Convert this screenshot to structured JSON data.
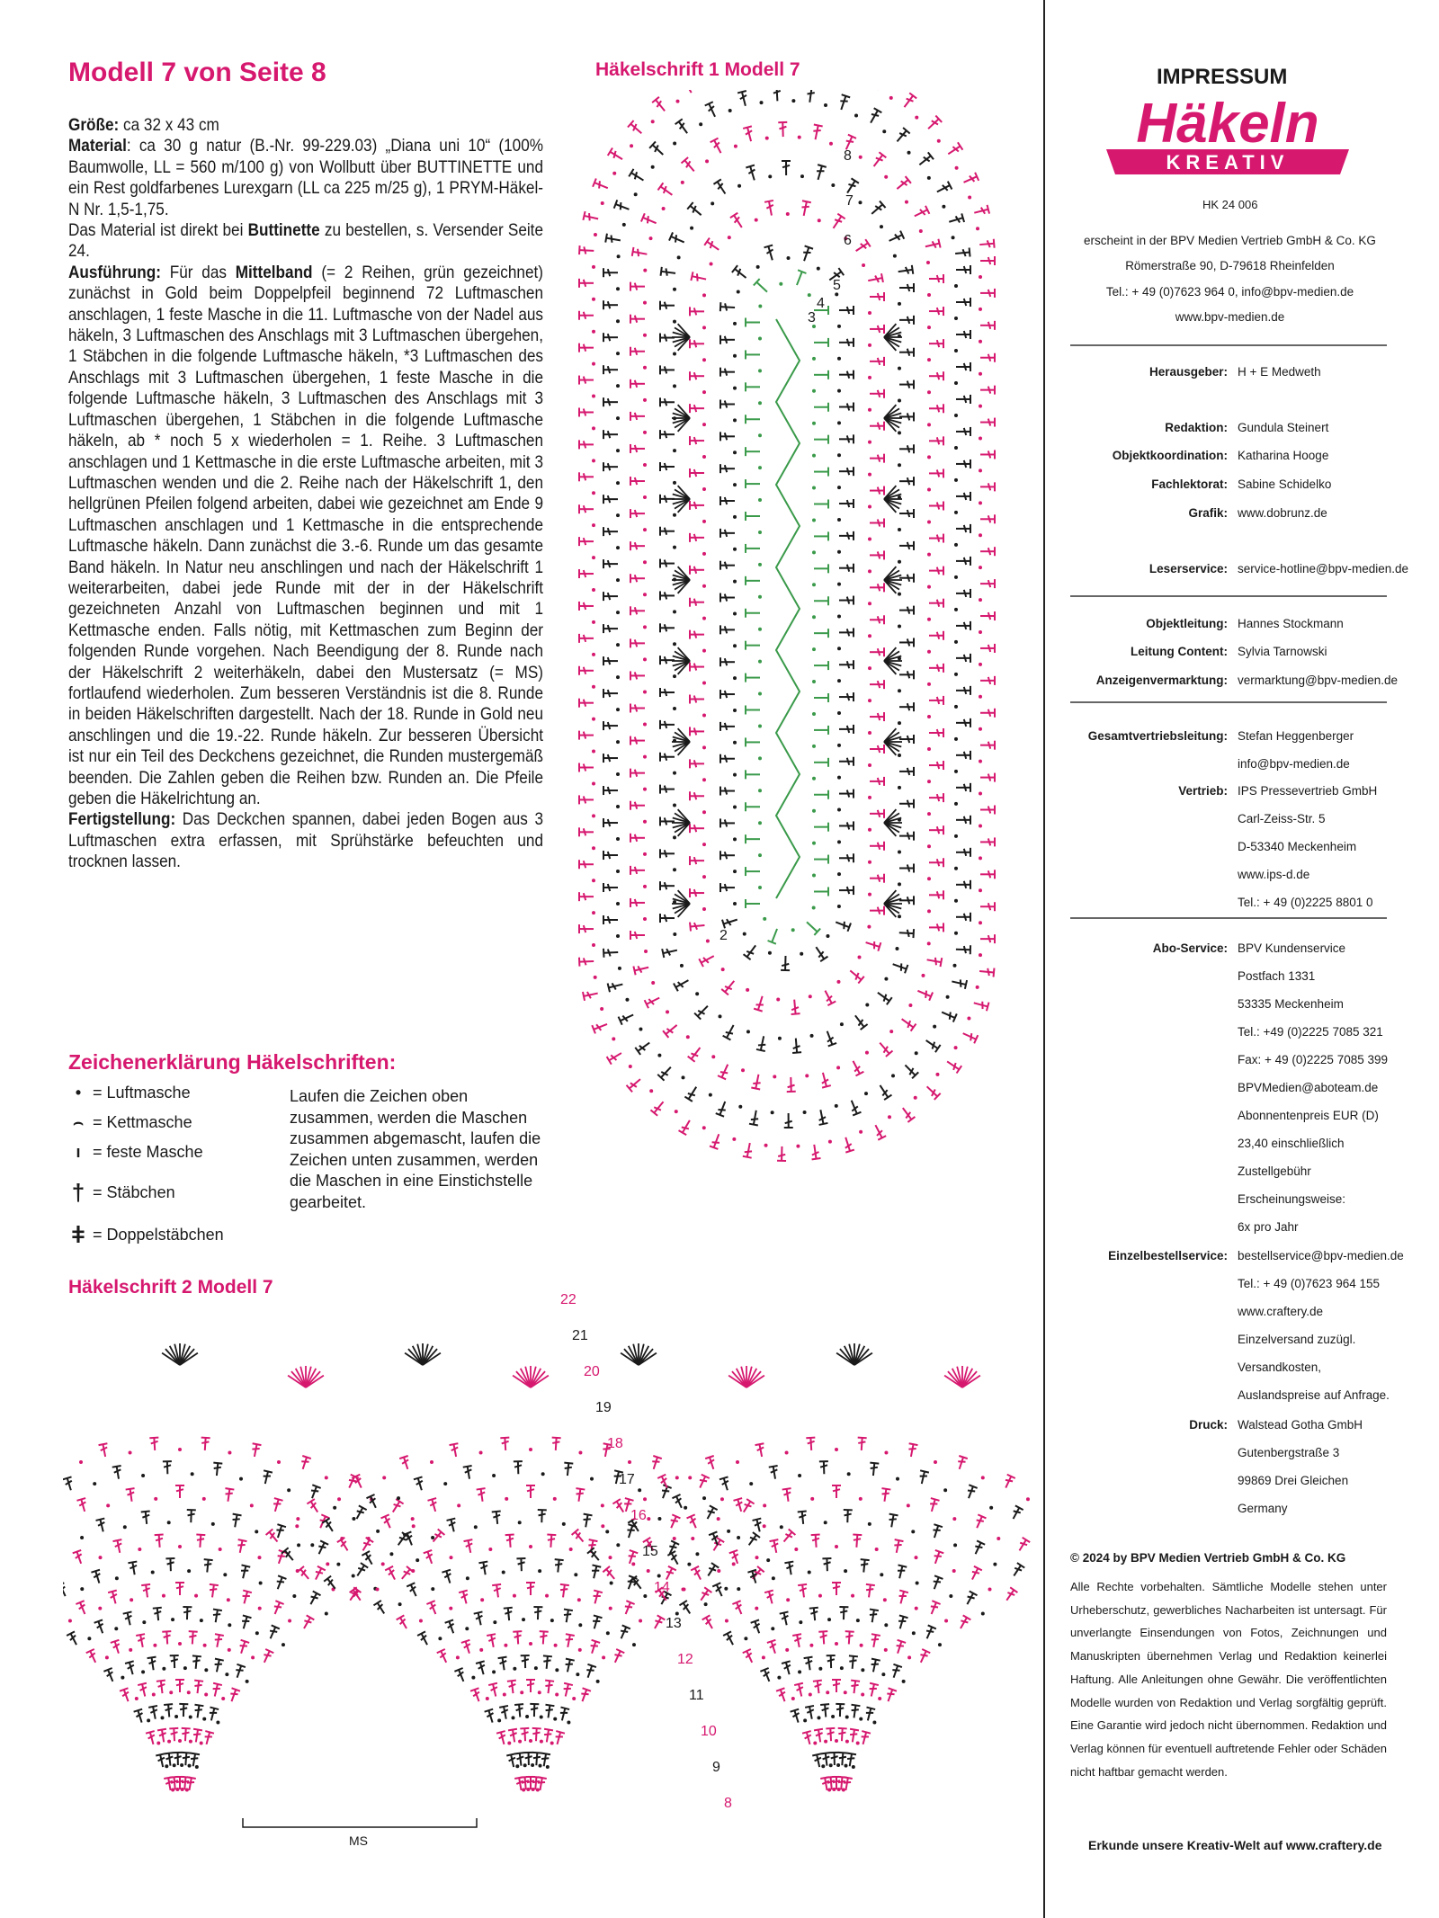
{
  "title": "Modell 7 von Seite 8",
  "instructions": {
    "groesse_label": "Größe:",
    "groesse_text": " ca 32 x 43 cm",
    "material_label": "Material",
    "material_text": ": ca 30 g natur (B.-Nr. 99-229.03) „Diana uni 10“ (100% Baumwolle, LL = 560 m/100 g) von Wollbutt über BUTTINETTE und ein Rest goldfarbenes Lurexgarn (LL ca 225 m/25 g), 1 PRYM-Häkel-N Nr. 1,5-1,75.",
    "bestellen_pre": "Das Material ist direkt bei ",
    "bestellen_bold": "Buttinette",
    "bestellen_post": " zu bestellen, s. Versender Seite 24.",
    "ausfuehrung_label": "Ausführung:",
    "ausfuehrung_pre": " Für das ",
    "mittelband": "Mittelband",
    "ausfuehrung_text": " (= 2 Reihen, grün gezeichnet) zunächst in Gold beim Doppelpfeil beginnend 72 Luftmaschen anschlagen, 1 feste Masche in die 11. Luftmasche von der Nadel aus häkeln, 3 Luftmaschen des Anschlags mit 3 Luftmaschen übergehen, 1 Stäbchen in die folgende Luftmasche häkeln, *3 Luftmaschen des Anschlags mit 3 Luftmaschen übergehen, 1 feste Masche in die folgende Luftmasche häkeln, 3 Luftmaschen des Anschlags mit 3 Luftmaschen übergehen, 1 Stäbchen in die folgende Luftmasche häkeln, ab * noch 5 x wiederholen = 1. Reihe. 3 Luftmaschen anschlagen und 1 Kettmasche in die erste Luftmasche arbeiten, mit 3 Luftmaschen wenden und die 2. Reihe nach der Häkelschrift 1, den hellgrünen Pfeilen folgend arbeiten, dabei wie gezeichnet am Ende 9 Luftmaschen anschlagen und 1 Kettmasche in die entsprechende Luftmasche häkeln. Dann zunächst die 3.-6. Runde um das gesamte Band häkeln. In Natur neu anschlingen und nach der Häkelschrift 1 weiterarbeiten, dabei jede Runde mit der in der Häkelschrift gezeichneten Anzahl von Luftmaschen beginnen und mit 1 Kettmasche enden. Falls nötig, mit Kettmaschen zum Beginn der folgenden Runde vorgehen. Nach Beendigung der 8. Runde nach der Häkelschrift 2 weiterhäkeln, dabei den Mustersatz (= MS) fortlaufend wiederholen. Zum besseren Verständnis ist die 8. Runde in beiden Häkelschriften dargestellt. Nach der 18. Runde in Gold neu anschlingen und die 19.-22. Runde häkeln. Zur besseren Übersicht ist nur ein Teil des Deckchens gezeichnet, die Runden mustergemäß beenden. Die Zahlen geben die Reihen bzw. Runden an. Die Pfeile geben die Häkelrichtung an.",
    "fertig_label": "Fertigstellung:",
    "fertig_text": " Das Deckchen spannen, dabei jeden Bogen aus 3 Luftmaschen extra erfassen, mit Sprühstärke befeuchten und trocknen lassen."
  },
  "legend": {
    "title": "Zeichenerklärung Häkelschriften:",
    "items": [
      {
        "symbol": "•",
        "label": "= Luftmasche"
      },
      {
        "symbol": "⌢",
        "label": "= Kettmasche"
      },
      {
        "symbol": "ı",
        "label": "= feste Masche"
      },
      {
        "symbol": "†",
        "label": "= Stäbchen"
      },
      {
        "symbol": "ǂ",
        "label": "= Doppelstäbchen"
      }
    ],
    "note": "Laufen die Zeichen oben zusammen, werden die Maschen zusammen abgemascht, laufen die Zeichen unten zusammen, werden die Maschen in eine Einstichstelle gearbeitet."
  },
  "chart1": {
    "title": "Häkelschrift 1 Modell 7",
    "row_numbers": [
      "2",
      "3",
      "4",
      "5",
      "6",
      "7",
      "8"
    ]
  },
  "chart2": {
    "title": "Häkelschrift 2 Modell 7",
    "row_numbers": [
      "8",
      "9",
      "10",
      "11",
      "12",
      "13",
      "14",
      "15",
      "16",
      "17",
      "18",
      "19",
      "20",
      "21",
      "22"
    ],
    "ms_label": "MS"
  },
  "impressum": {
    "heading": "IMPRESSUM",
    "logo_main": "Häkeln",
    "logo_sub": "KREATIV",
    "issue_code": "HK 24 006",
    "publisher_lines": [
      "erscheint in der BPV Medien Vertrieb GmbH & Co. KG",
      "Römerstraße 90, D-79618 Rheinfelden",
      "Tel.: + 49 (0)7623 964 0, info@bpv-medien.de",
      "www.bpv-medien.de"
    ],
    "rows": [
      {
        "label": "Herausgeber:",
        "values": [
          "H + E Medweth"
        ]
      },
      {
        "label": "Redaktion:",
        "values": [
          "Gundula Steinert"
        ]
      },
      {
        "label": "Objektkoordination:",
        "values": [
          "Katharina Hooge"
        ]
      },
      {
        "label": "Fachlektorat:",
        "values": [
          "Sabine Schidelko"
        ]
      },
      {
        "label": "Grafik:",
        "values": [
          "www.dobrunz.de"
        ]
      },
      {
        "label": "Leserservice:",
        "values": [
          "service-hotline@bpv-medien.de"
        ]
      },
      {
        "label": "Objektleitung:",
        "values": [
          "Hannes Stockmann"
        ]
      },
      {
        "label": "Leitung Content:",
        "values": [
          "Sylvia Tarnowski"
        ]
      },
      {
        "label": "Anzeigenvermarktung:",
        "values": [
          "vermarktung@bpv-medien.de"
        ]
      },
      {
        "label": "Gesamtvertriebsleitung:",
        "values": [
          "Stefan Heggenberger",
          "info@bpv-medien.de"
        ]
      },
      {
        "label": "Vertrieb:",
        "values": [
          "IPS Pressevertrieb GmbH",
          "Carl-Zeiss-Str. 5",
          "D-53340 Meckenheim",
          "www.ips-d.de",
          "Tel.: + 49 (0)2225 8801 0"
        ]
      },
      {
        "label": "Abo-Service:",
        "values": [
          "BPV Kundenservice",
          "Postfach 1331",
          "53335 Meckenheim",
          "Tel.: +49 (0)2225 7085 321",
          "Fax: + 49 (0)2225 7085 399",
          "BPVMedien@aboteam.de",
          "Abonnentenpreis EUR (D)",
          "23,40 einschließlich",
          " Zustellgebühr",
          "Erscheinungsweise:",
          "6x pro Jahr"
        ]
      },
      {
        "label": "Einzelbestellservice:",
        "values": [
          "bestellservice@bpv-medien.de",
          "Tel.: + 49 (0)7623 964 155",
          "www.craftery.de",
          "Einzelversand zuzügl.",
          "Versandkosten,",
          "Auslandspreise auf Anfrage."
        ]
      },
      {
        "label": "Druck:",
        "values": [
          "Walstead Gotha GmbH",
          "Gutenbergstraße 3",
          "99869 Drei Gleichen",
          "Germany"
        ]
      }
    ],
    "copyright": "© 2024 by BPV Medien Vertrieb GmbH & Co. KG",
    "rights": "Alle Rechte vorbehalten. Sämtliche Modelle stehen unter Urheberschutz, gewerbliches Nacharbeiten ist untersagt. Für unverlangte Einsendungen von Fotos, Zeichnungen und Manuskripten übernehmen Verlag und Redaktion keinerlei Haftung. Alle Anleitungen ohne Gewähr. Die veröffentlichten Modelle wurden von Redaktion und Verlag sorgfältig geprüft. Eine Garantie wird jedoch nicht übernommen. Redaktion und Verlag können für eventuell auftretende Fehler oder Schäden nicht haftbar gemacht werden.",
    "footer": "Erkunde unsere Kreativ-Welt auf www.craftery.de"
  },
  "colors": {
    "accent": "#d6186f",
    "green": "#3a9a4a",
    "dark": "#1a1a1a"
  }
}
